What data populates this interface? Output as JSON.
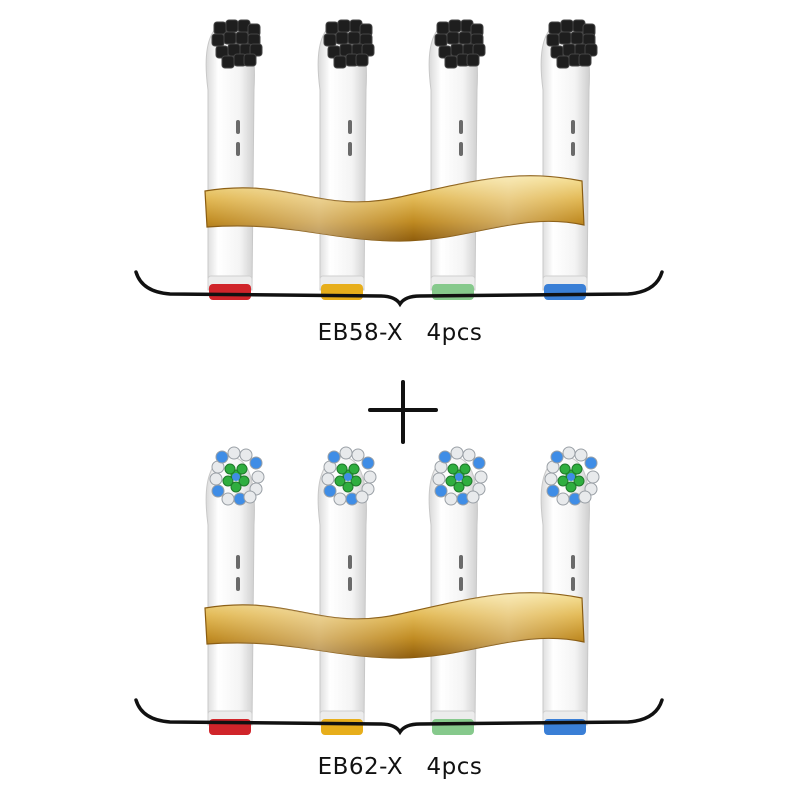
{
  "groups": [
    {
      "caption": "EB58-X   4pcs",
      "bristle_type": "charcoal-black",
      "brush_count": 4,
      "band_colors": [
        "#d0242a",
        "#e7ae1b",
        "#86c98c",
        "#3a7fd6"
      ]
    },
    {
      "caption": "EB62-X   4pcs",
      "bristle_type": "cross-action-white-blue-green",
      "brush_count": 4,
      "band_colors": [
        "#d0242a",
        "#e7ae1b",
        "#86c98c",
        "#3a7fd6"
      ]
    }
  ],
  "separator_symbol": "plus",
  "colors": {
    "ribbon_light": "#f5dd8c",
    "ribbon_mid": "#d8a93d",
    "ribbon_dark": "#9c6a10",
    "bristle_black": "#1e1e1e",
    "bristle_white": "#e8eaec",
    "bristle_blue": "#3f8de6",
    "bristle_green": "#2fae3f",
    "handle": "#f7f7f7"
  }
}
